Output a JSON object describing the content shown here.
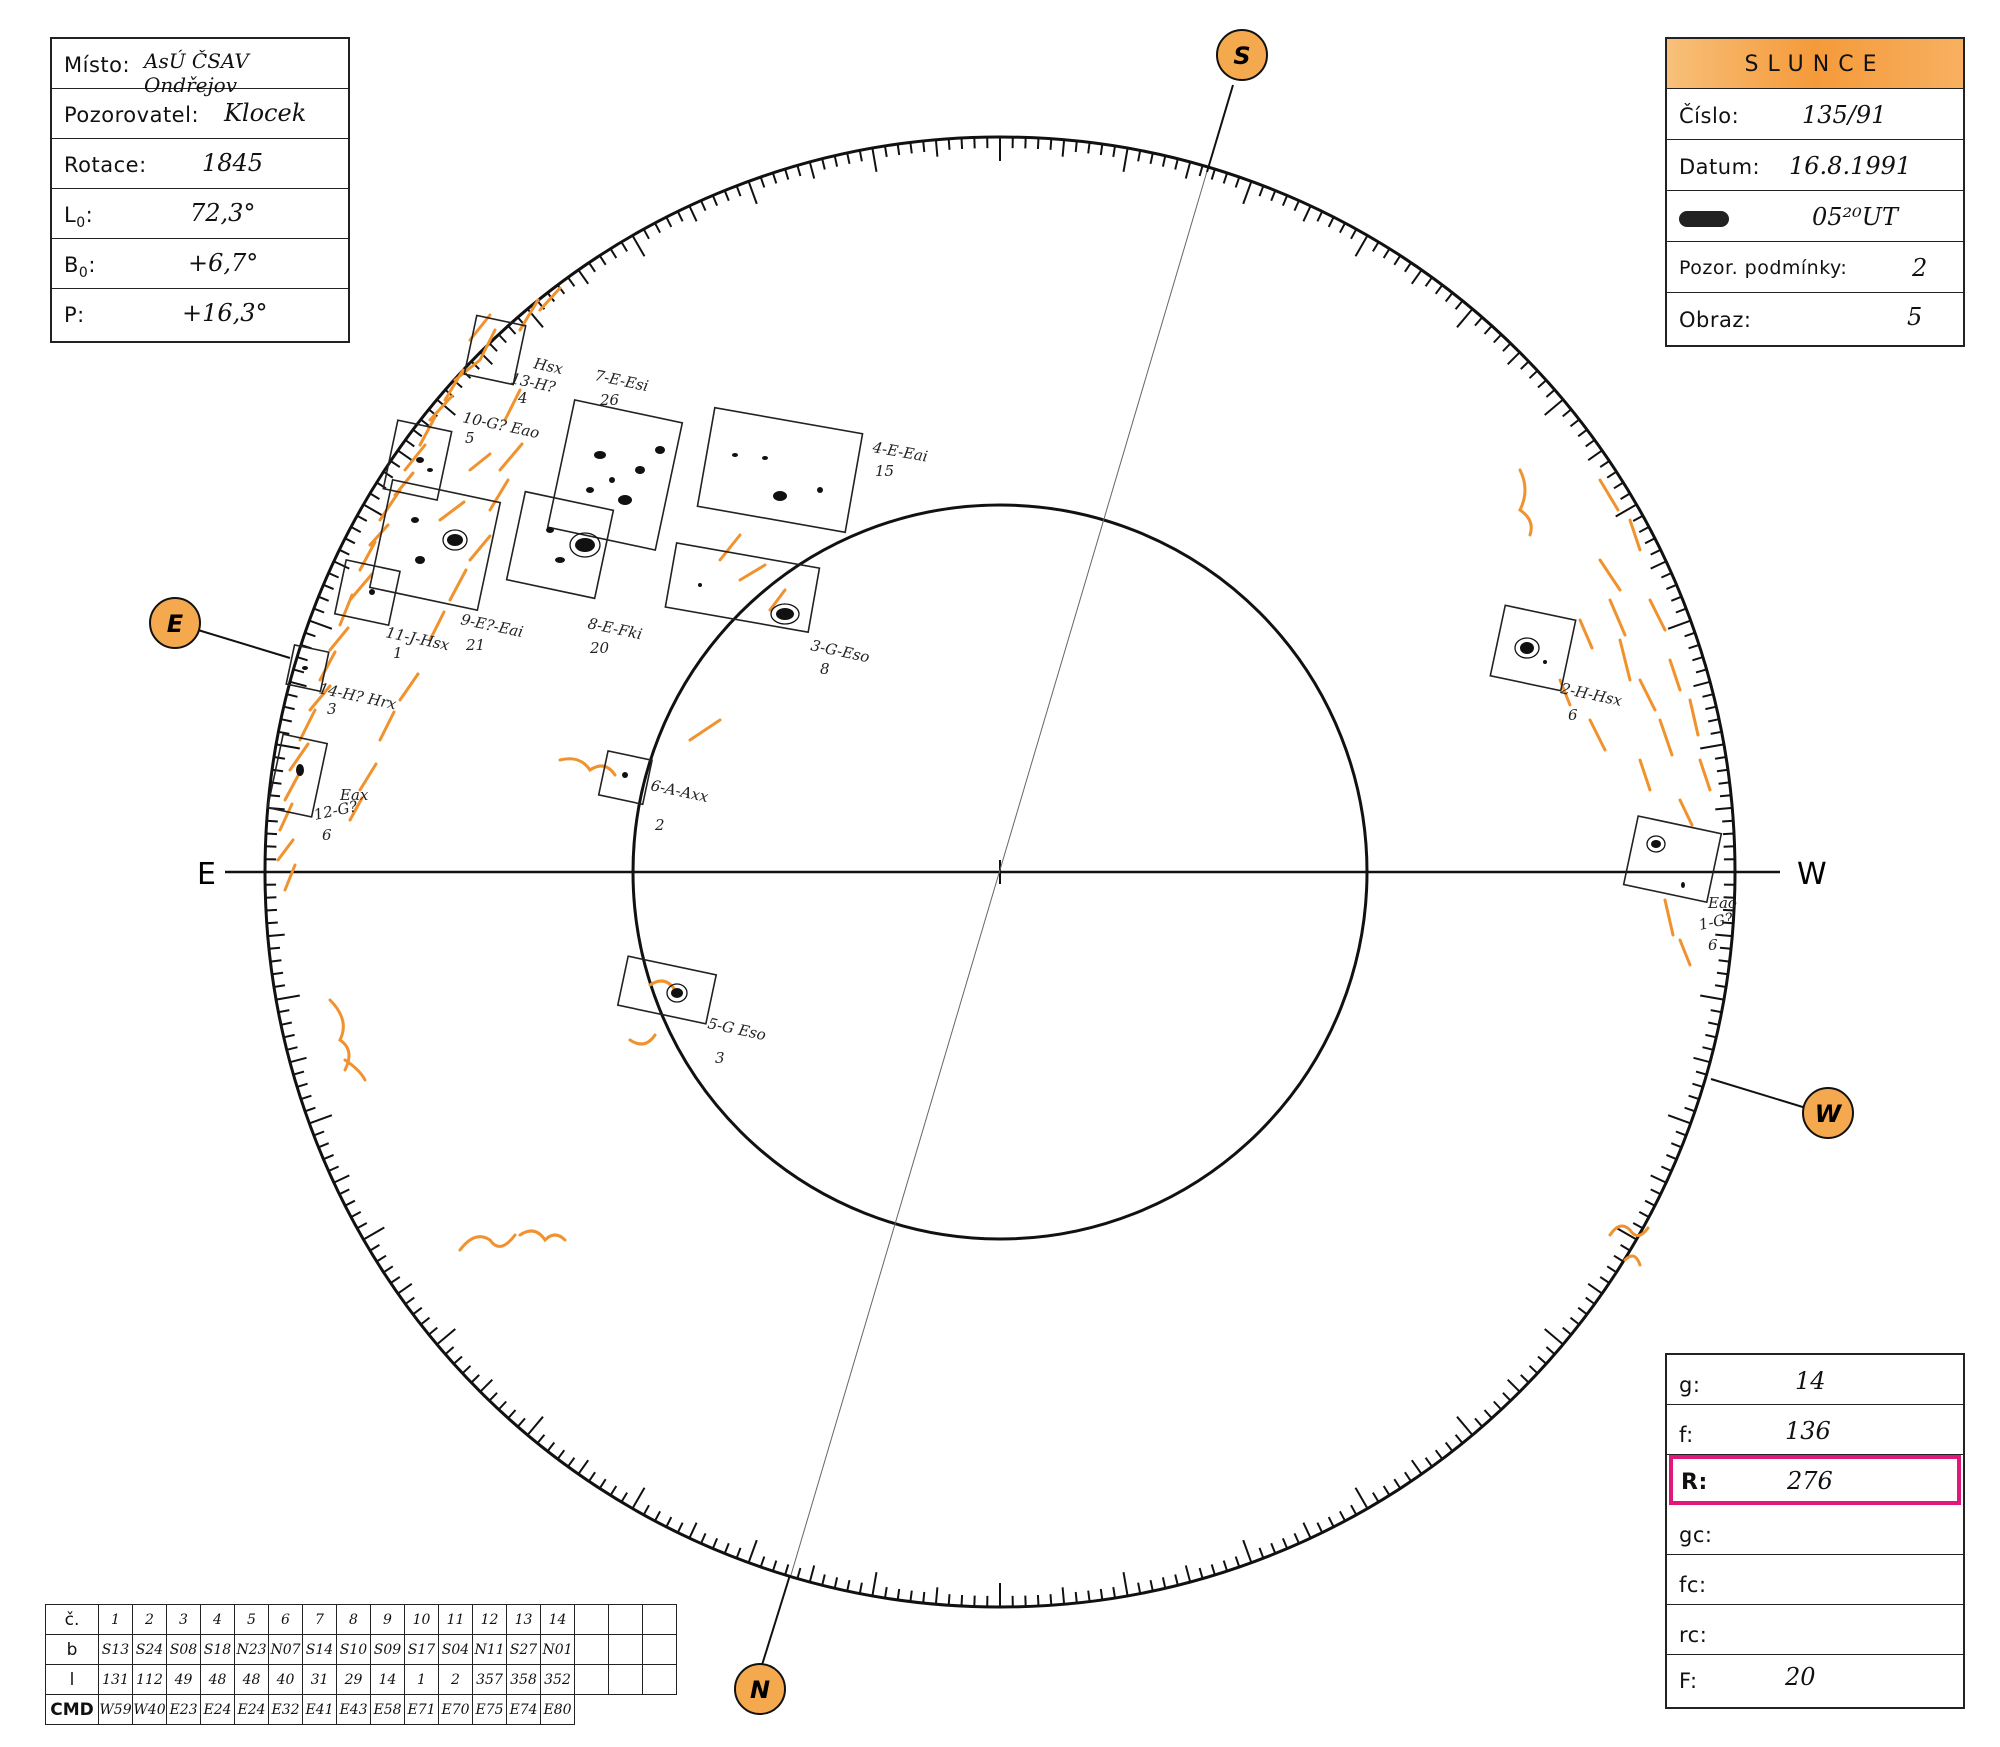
{
  "info_box": {
    "misto_label": "Místo:",
    "misto_value": "AsÚ ČSAV Ondřejov",
    "pozorovatel_label": "Pozorovatel:",
    "pozorovatel_value": "Klocek",
    "rotace_label": "Rotace:",
    "rotace_value": "1845",
    "l0_label": "L",
    "l0_sub": "0",
    "l0_value": "72,3°",
    "b0_label": "B",
    "b0_sub": "0",
    "b0_value": "+6,7°",
    "p_label": "P:",
    "p_value": "+16,3°"
  },
  "slunce_box": {
    "title": "SLUNCE",
    "cislo_label": "Číslo:",
    "cislo_value": "135/91",
    "datum_label": "Datum:",
    "datum_value": "16.8.1991",
    "cas_value": "05²⁰UT",
    "podminky_label": "Pozor. podmínky:",
    "podminky_value": "2",
    "obraz_label": "Obraz:",
    "obraz_value": "5",
    "accent_color": "#f7a84a"
  },
  "disk": {
    "labels": {
      "S": "S",
      "N": "N",
      "E_marker": "E",
      "W_marker": "W",
      "E_axis": "E",
      "W_axis": "W"
    },
    "marker_color": "#f5a94e",
    "facula_color": "#f0922e",
    "groups": [
      {
        "text": "13-H?",
        "sub": "4",
        "extra": "Hsx"
      },
      {
        "text": "7-E-Esi",
        "sub": "26"
      },
      {
        "text": "10-G? Eao",
        "sub": "5"
      },
      {
        "text": "4-E-Eai",
        "sub": "15"
      },
      {
        "text": "9-E?-Eai",
        "sub": "21"
      },
      {
        "text": "8-E-Fki",
        "sub": "20"
      },
      {
        "text": "11-J-Hsx",
        "sub": "1"
      },
      {
        "text": "3-G-Eso",
        "sub": "8"
      },
      {
        "text": "14-H? Hrx",
        "sub": "3"
      },
      {
        "text": "12-G?",
        "sub": "6",
        "extra": "Eax"
      },
      {
        "text": "6-A-Axx",
        "sub": "2"
      },
      {
        "text": "5-G Eso",
        "sub": "3"
      },
      {
        "text": "2-H-Hsx",
        "sub": "6"
      },
      {
        "text": "1-G?",
        "sub": "6",
        "extra": "Eao"
      }
    ]
  },
  "results_box": {
    "g_label": "g:",
    "g_value": "14",
    "f_label": "f:",
    "f_value": "136",
    "r_label": "R:",
    "r_value": "276",
    "gc_label": "gc:",
    "fc_label": "fc:",
    "rc_label": "rc:",
    "F_label": "F:",
    "F_value": "20",
    "highlight_color": "#e0187a"
  },
  "group_table": {
    "row_labels": [
      "č.",
      "b",
      "l",
      "CMD"
    ],
    "numbers": [
      "1",
      "2",
      "3",
      "4",
      "5",
      "6",
      "7",
      "8",
      "9",
      "10",
      "11",
      "12",
      "13",
      "14"
    ],
    "b": [
      "S13",
      "S24",
      "S08",
      "S18",
      "N23",
      "N07",
      "S14",
      "S10",
      "S09",
      "S17",
      "S04",
      "N11",
      "S27",
      "N01"
    ],
    "l": [
      "131",
      "112",
      "49",
      "48",
      "48",
      "40",
      "31",
      "29",
      "14",
      "1",
      "2",
      "357",
      "358",
      "352"
    ],
    "cmd": [
      "W59",
      "W40",
      "E23",
      "E24",
      "E24",
      "E32",
      "E41",
      "E43",
      "E58",
      "E71",
      "E70",
      "E75",
      "E74",
      "E80"
    ],
    "empty_columns": 3
  }
}
